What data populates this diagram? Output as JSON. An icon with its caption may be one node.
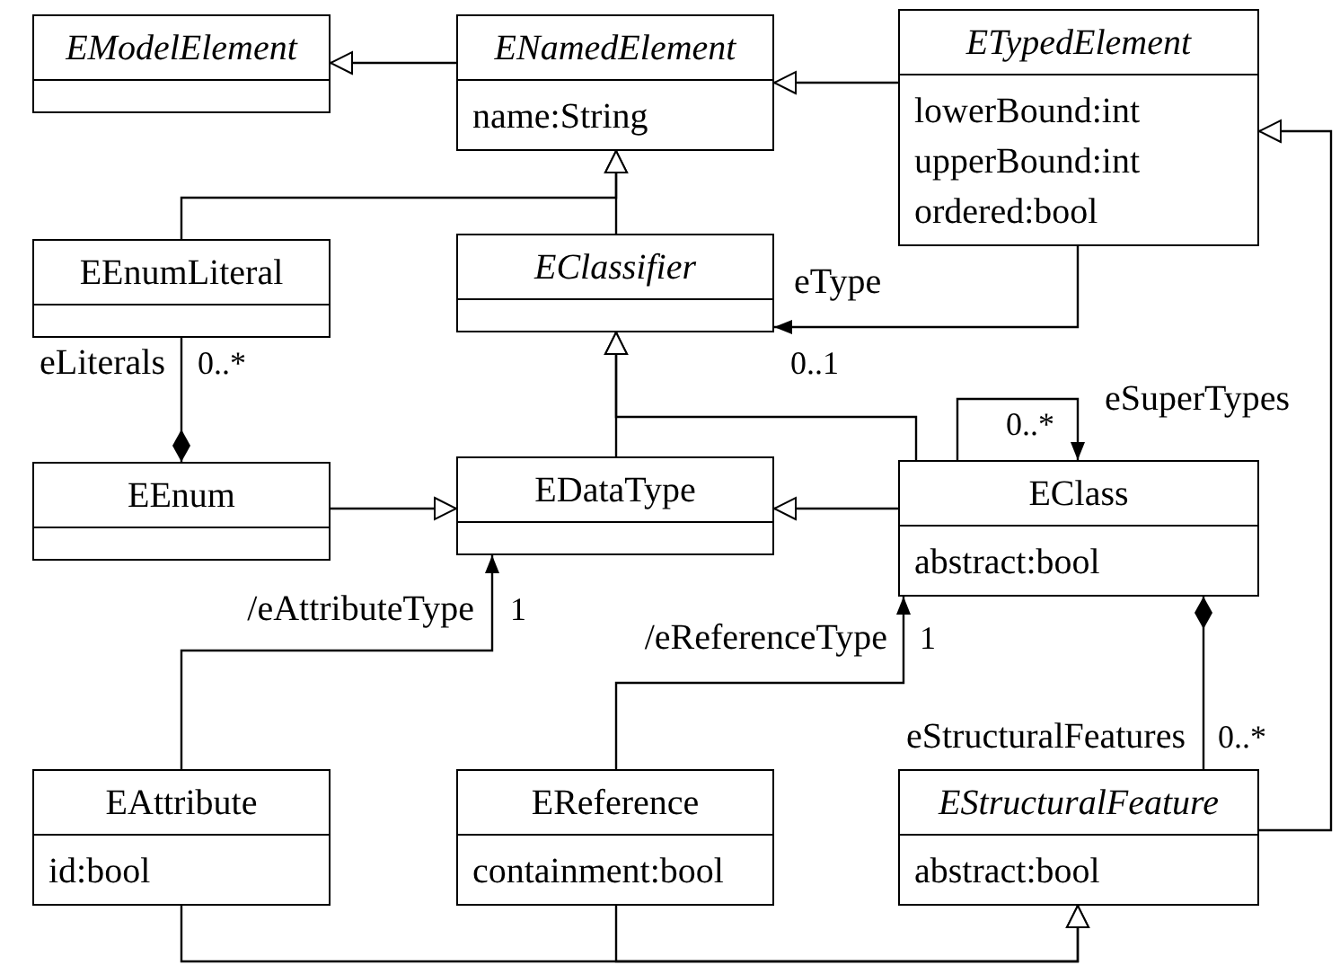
{
  "diagram": {
    "nodes": [
      {
        "text": [
          "EModelElement"
        ]
      },
      {
        "text": [
          "ENamedElement",
          "name:String"
        ]
      },
      {
        "text": [
          "ETypedElement",
          "lowerBound:int",
          "upperBound:int",
          "ordered:bool"
        ]
      },
      {
        "text": [
          "EEnumLiteral"
        ]
      },
      {
        "text": [
          "EClassifier"
        ]
      },
      {
        "text": [
          "EEnum"
        ]
      },
      {
        "text": [
          "EDataType"
        ]
      },
      {
        "text": [
          "EClass",
          "abstract:bool"
        ]
      },
      {
        "text": [
          "EAttribute",
          "id:bool"
        ]
      },
      {
        "text": [
          "EReference",
          "containment:bool"
        ]
      },
      {
        "text": [
          "EStructuralFeature",
          "abstract:bool"
        ]
      }
    ],
    "edges": [
      {
        "from": 1,
        "to": 0,
        "arrow": "to"
      },
      {
        "from": 2,
        "to": 1,
        "arrow": "to"
      },
      {
        "from": 10,
        "to": 2,
        "arrow": "to"
      },
      {
        "from": 3,
        "to": 1,
        "arrow": "to"
      },
      {
        "from": 4,
        "to": 1,
        "arrow": "to"
      },
      {
        "from": 2,
        "to": 4,
        "arrow": "to",
        "label": "eType"
      },
      {
        "from": 5,
        "to": 3,
        "arrow": "other",
        "label": "eLiterals"
      },
      {
        "from": 6,
        "to": 4,
        "arrow": "to"
      },
      {
        "from": 7,
        "to": 4,
        "arrow": "to"
      },
      {
        "from": 5,
        "to": 6,
        "arrow": "to"
      },
      {
        "from": 7,
        "to": 6,
        "arrow": "to"
      },
      {
        "from": 7,
        "to": 7,
        "arrow": "to",
        "label": "eSuperTypes"
      },
      {
        "from": 8,
        "to": 6,
        "arrow": "to",
        "label": "/eAttributeType"
      },
      {
        "from": 9,
        "to": 7,
        "arrow": "to",
        "label": "/eReferenceType"
      },
      {
        "from": 7,
        "to": 10,
        "arrow": "other",
        "label": "eStructuralFeatures"
      },
      {
        "from": 8,
        "to": 10,
        "arrow": "to"
      },
      {
        "from": 9,
        "to": 10,
        "arrow": "to"
      }
    ],
    "labels": [
      "0..*",
      "0..1",
      "0..*",
      "1",
      "1",
      "0..*"
    ]
  }
}
